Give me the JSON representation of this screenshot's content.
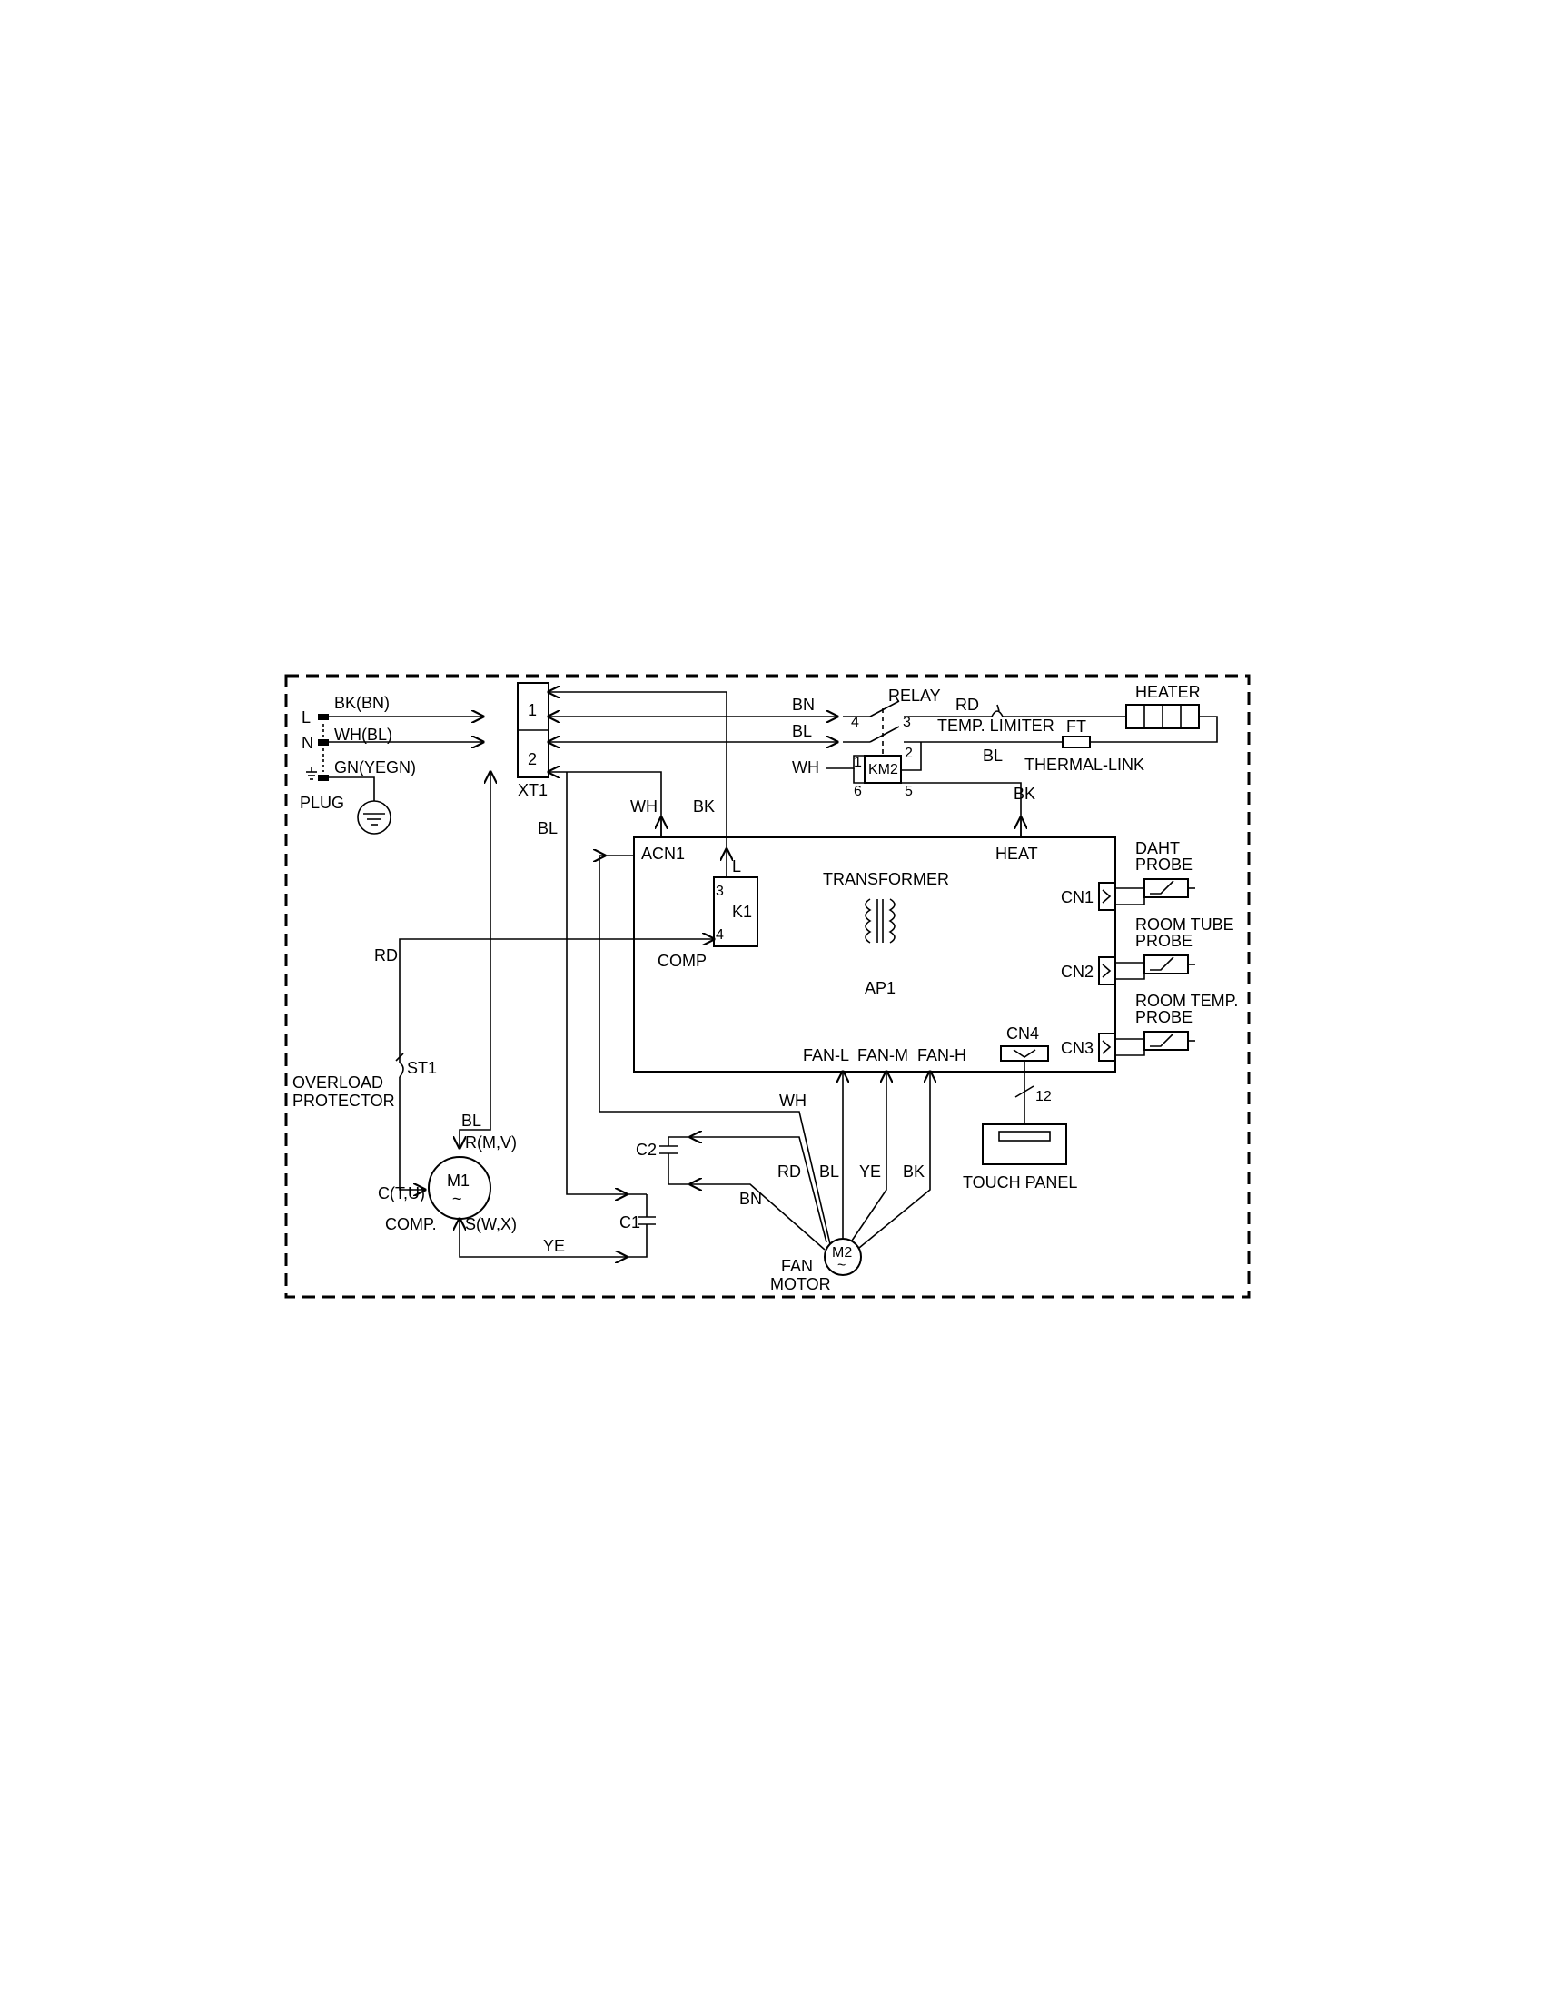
{
  "labels": {
    "l": "L",
    "n": "N",
    "plug": "PLUG",
    "bk_bn": "BK(BN)",
    "wh_bl": "WH(BL)",
    "gn_yegn": "GN(YEGN)",
    "xt1": "XT1",
    "xt1_1": "1",
    "xt1_2": "2",
    "relay": "RELAY",
    "rd_top": "RD",
    "temp_limiter": "TEMP. LIMITER",
    "heater": "HEATER",
    "ft": "FT",
    "thermal_link": "THERMAL-LINK",
    "bn_relay": "BN",
    "bl_relay": "BL",
    "wh_relay": "WH",
    "relay_4": "4",
    "relay_3": "3",
    "relay_1": "1",
    "relay_2": "2",
    "relay_6": "6",
    "relay_5": "5",
    "km2": "KM2",
    "bl_right": "BL",
    "bk_heat": "BK",
    "heat": "HEAT",
    "wh_acn": "WH",
    "bk_acn": "BK",
    "bl_left": "BL",
    "acn1": "ACN1",
    "l_k1": "L",
    "k1": "K1",
    "k1_3": "3",
    "k1_4": "4",
    "comp_pin": "COMP",
    "transformer": "TRANSFORMER",
    "ap1": "AP1",
    "cn1": "CN1",
    "cn2": "CN2",
    "cn3": "CN3",
    "cn4": "CN4",
    "daht_1": "DAHT",
    "daht_2": "PROBE",
    "room_tube_1": "ROOM TUBE",
    "room_tube_2": "PROBE",
    "room_temp_1": "ROOM TEMP.",
    "room_temp_2": "PROBE",
    "fan_l": "FAN-L",
    "fan_m": "FAN-M",
    "fan_h": "FAN-H",
    "n12": "12",
    "touch_panel": "TOUCH PANEL",
    "rd_left": "RD",
    "overload_1": "OVERLOAD",
    "overload_2": "PROTECTOR",
    "st1": "ST1",
    "bl_comp": "BL",
    "r_mv": "R(M,V)",
    "c_tu": "C(T,U)",
    "m1": "M1",
    "m1_tilde": "~",
    "comp": "COMP.",
    "s_wx": "S(W,X)",
    "ye_bottom": "YE",
    "c1": "C1",
    "c2": "C2",
    "wh_fan": "WH",
    "rd_fan": "RD",
    "bl_fan": "BL",
    "ye_fan": "YE",
    "bk_fan": "BK",
    "bn_fan": "BN",
    "m2": "M2",
    "m2_tilde": "~",
    "fan_1": "FAN",
    "fan_2": "MOTOR"
  }
}
